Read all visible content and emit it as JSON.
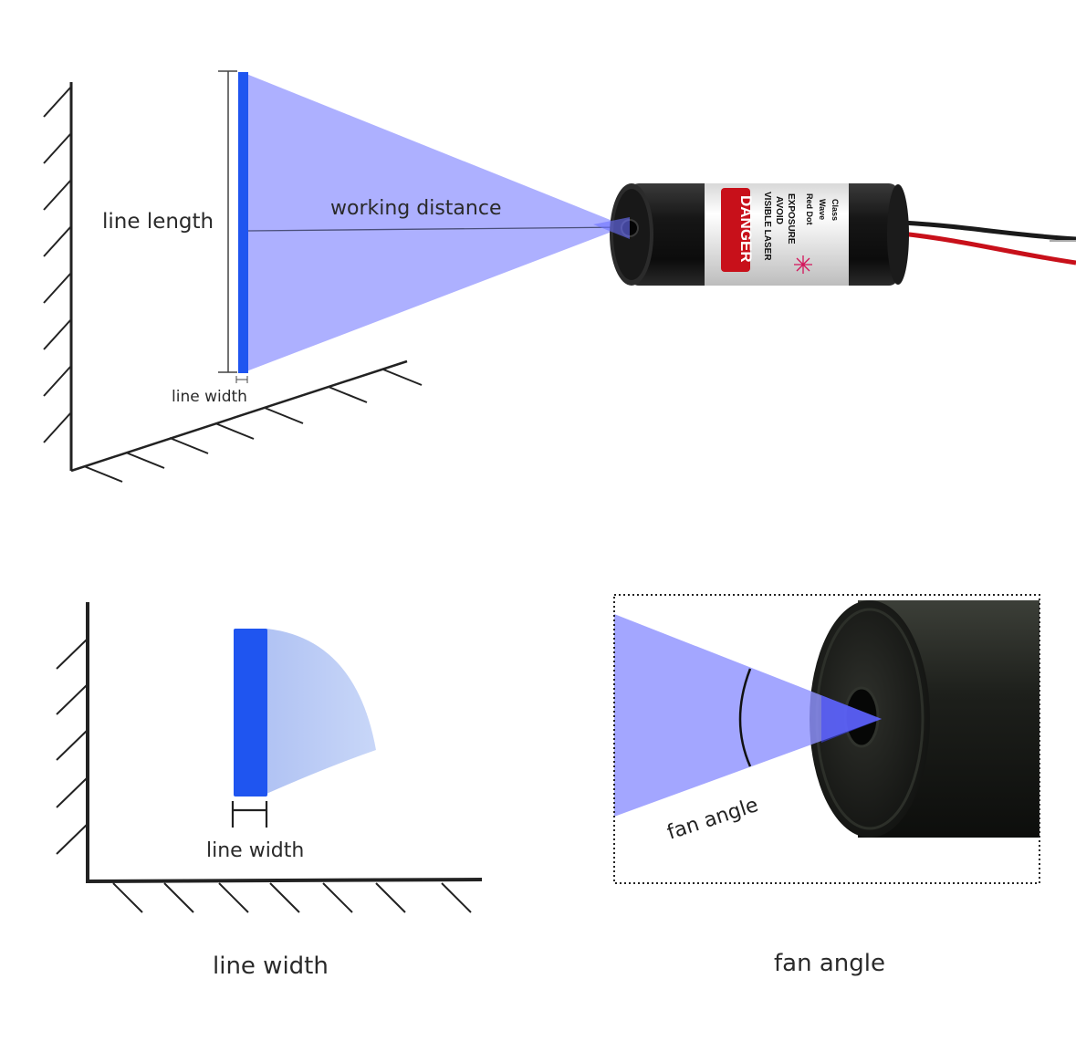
{
  "diagram": {
    "top": {
      "line_length_label": "line length",
      "working_distance_label": "working distance",
      "line_width_label": "line width",
      "module_label": {
        "brand": "DANGER",
        "line1": "VISIBLE LASER",
        "line2": "AVOID",
        "line3": "EXPOSURE",
        "line4": "Red Dot",
        "line5": "Wave",
        "line6": "Class"
      }
    },
    "bottom_left": {
      "line_width_label": "line width",
      "caption": "line width"
    },
    "bottom_right": {
      "fan_angle_label": "fan angle",
      "caption": "fan angle"
    }
  },
  "colors": {
    "laser_fan": "#a9acff",
    "laser_line": "#1f55f0",
    "laser_light": "#b8c9f5",
    "wall": "#222222",
    "module_body": "#1c1c1c",
    "wire_red": "#c8101a"
  }
}
